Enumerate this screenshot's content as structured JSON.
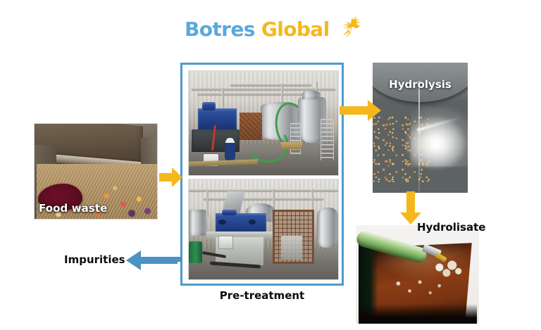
{
  "logo": {
    "brand_first": "Botres",
    "brand_second": "Global",
    "bird_icon": "hummingbird-icon",
    "color_blue": "#5BA9DC",
    "color_yellow": "#F5B81C"
  },
  "colors": {
    "arrow_yellow": "#F5B81C",
    "arrow_blue": "#4A93C4",
    "box_border_blue": "#4C9BCE",
    "label_dark": "#0D0D0D",
    "label_light": "#FFFFFF"
  },
  "stages": {
    "food_waste": {
      "label": "Food waste",
      "photo_alt": "food-waste-photo"
    },
    "pretreatment": {
      "caption": "Pre-treatment",
      "photo_top_alt": "pretreatment-plant-photo",
      "photo_bottom_alt": "pretreatment-machine-photo"
    },
    "hydrolysis": {
      "label": "Hydrolysis",
      "photo_alt": "hydrolysis-vessel-photo"
    },
    "hydrolisate": {
      "label": "Hydrolisate",
      "photo_alt": "hydrolisate-tank-photo"
    },
    "impurities": {
      "label": "Impurities"
    }
  },
  "arrows": [
    {
      "name": "arrow-foodwaste-to-pretreatment",
      "direction": "right",
      "color": "#F5B81C"
    },
    {
      "name": "arrow-pretreatment-to-hydrolysis",
      "direction": "right",
      "color": "#F5B81C"
    },
    {
      "name": "arrow-hydrolysis-to-hydrolisate",
      "direction": "down",
      "color": "#F5B81C"
    },
    {
      "name": "arrow-impurities",
      "direction": "left",
      "color": "#4A93C4"
    }
  ]
}
